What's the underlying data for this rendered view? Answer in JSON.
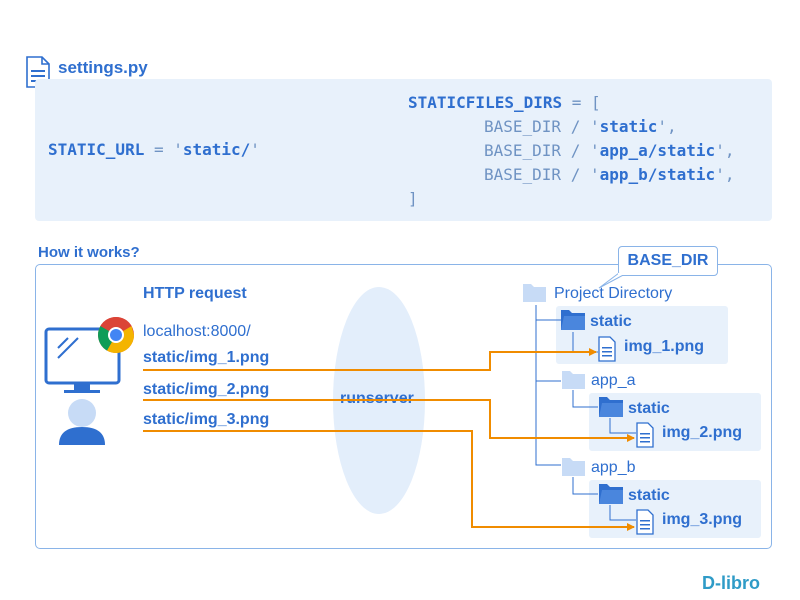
{
  "settings": {
    "file_name": "settings.py",
    "static_url_line": [
      "STATIC_URL",
      " = '",
      "static/",
      "'"
    ],
    "dirs_open": [
      "STATICFILES_DIRS",
      " = ["
    ],
    "dirs_lines": [
      [
        "BASE_DIR / '",
        "static",
        "',"
      ],
      [
        "BASE_DIR / '",
        "app_a/static",
        "',"
      ],
      [
        "BASE_DIR / '",
        "app_b/static",
        "',"
      ]
    ],
    "dirs_close": "]"
  },
  "how": {
    "title": "How it works?",
    "http_request": "HTTP request",
    "host": "localhost:8000/",
    "requests": [
      "static/img_1.png",
      "static/img_2.png",
      "static/img_3.png"
    ],
    "runserver": "runserver",
    "base_dir": "BASE_DIR",
    "tree": {
      "project": "Project Directory",
      "static": "static",
      "img_1": "img_1.png",
      "app_a": "app_a",
      "img_2": "img_2.png",
      "app_b": "app_b",
      "img_3": "img_3.png"
    }
  },
  "brand": {
    "logo": "D-libro"
  },
  "colors": {
    "accent": "#2f6fcf",
    "arrow": "#f08c00",
    "panel": "#e8f1fb",
    "border": "#8ab4e8"
  }
}
